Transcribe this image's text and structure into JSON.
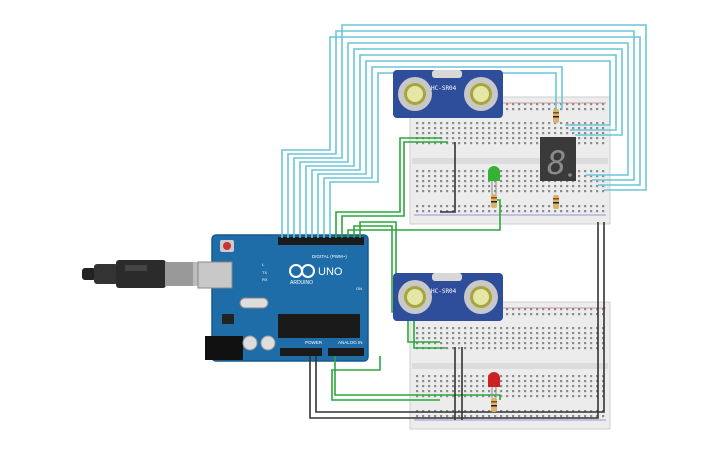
{
  "arduino": {
    "logo": "UNO",
    "brand": "ARDUINO",
    "digital_label": "DIGITAL (PWM~)",
    "power_label": "POWER",
    "analog_label": "ANALOG IN",
    "tx_label": "TX",
    "rx_label": "RX",
    "l_label": "L",
    "on_label": "ON"
  },
  "sensors": [
    {
      "label": "HC-SR04"
    },
    {
      "label": "HC-SR04"
    }
  ],
  "seven_segment": {
    "digit": "8"
  },
  "leds": [
    {
      "color": "#33b233"
    },
    {
      "color": "#cc2222"
    }
  ],
  "colors": {
    "wire_cyan": "#6cc6d8",
    "wire_green": "#2aa83a",
    "wire_black": "#333333",
    "board_blue": "#1f6da8",
    "breadboard": "#ececec",
    "sensor_blue": "#2e4d9a"
  }
}
